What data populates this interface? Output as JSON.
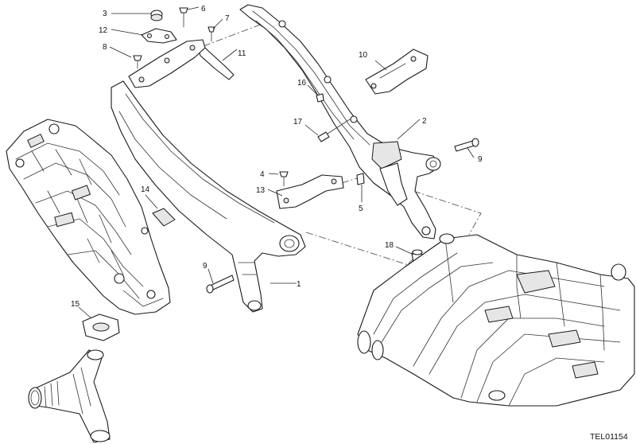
{
  "drawing": {
    "reference_code": "TEL01154",
    "callouts": [
      "1",
      "2",
      "3",
      "4",
      "5",
      "6",
      "7",
      "8",
      "9",
      "9",
      "10",
      "11",
      "12",
      "13",
      "14",
      "15",
      "16",
      "17",
      "18"
    ]
  }
}
